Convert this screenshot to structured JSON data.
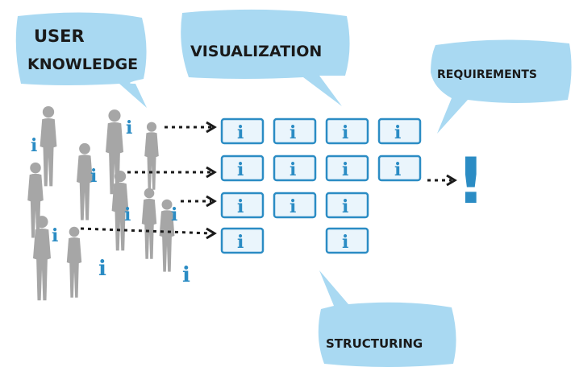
{
  "bubbles": {
    "user_knowledge": {
      "line1": "USER",
      "line2": "KNOWLEDGE"
    },
    "visualization": "VISUALIZATION",
    "requirements": "REQUIREMENTS",
    "structuring": "STRUCTURING"
  },
  "info_symbol": "i",
  "result_symbol": "!",
  "grid_rows": [
    4,
    4,
    3,
    2
  ],
  "colors": {
    "bubble": "#a9d9f2",
    "accent_blue": "#2b8cc4",
    "card_fill": "#eaf5fc",
    "person_gray": "#a6a6a6",
    "ink": "#1a1a1a"
  }
}
